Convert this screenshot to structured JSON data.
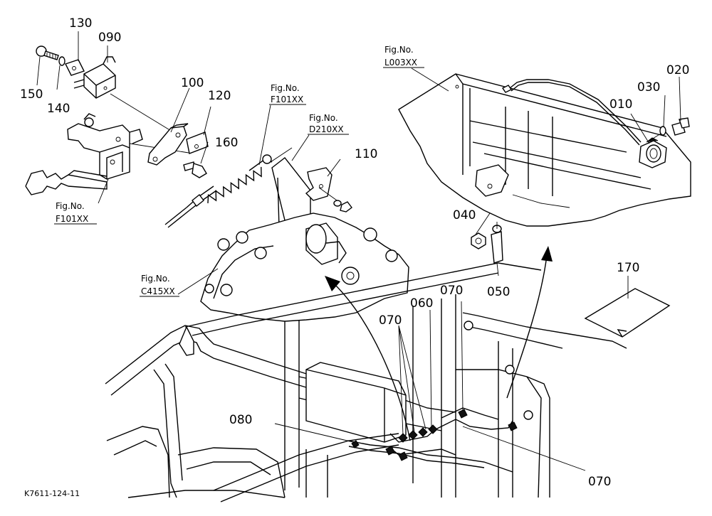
{
  "diagram_code": "K7611-124-11",
  "part_numbers": {
    "p010": "010",
    "p020": "020",
    "p030": "030",
    "p040": "040",
    "p050": "050",
    "p060": "060",
    "p070a": "070",
    "p070b": "070",
    "p070c": "070",
    "p080": "080",
    "p090": "090",
    "p100": "100",
    "p110": "110",
    "p120": "120",
    "p130": "130",
    "p140": "140",
    "p150": "150",
    "p160": "160",
    "p170": "170"
  },
  "figure_refs": {
    "fig_label": "Fig.No.",
    "f101_upper": "F101XX",
    "d210": "D210XX",
    "l003": "L003XX",
    "f101_lower": "F101XX",
    "c415": "C415XX"
  }
}
